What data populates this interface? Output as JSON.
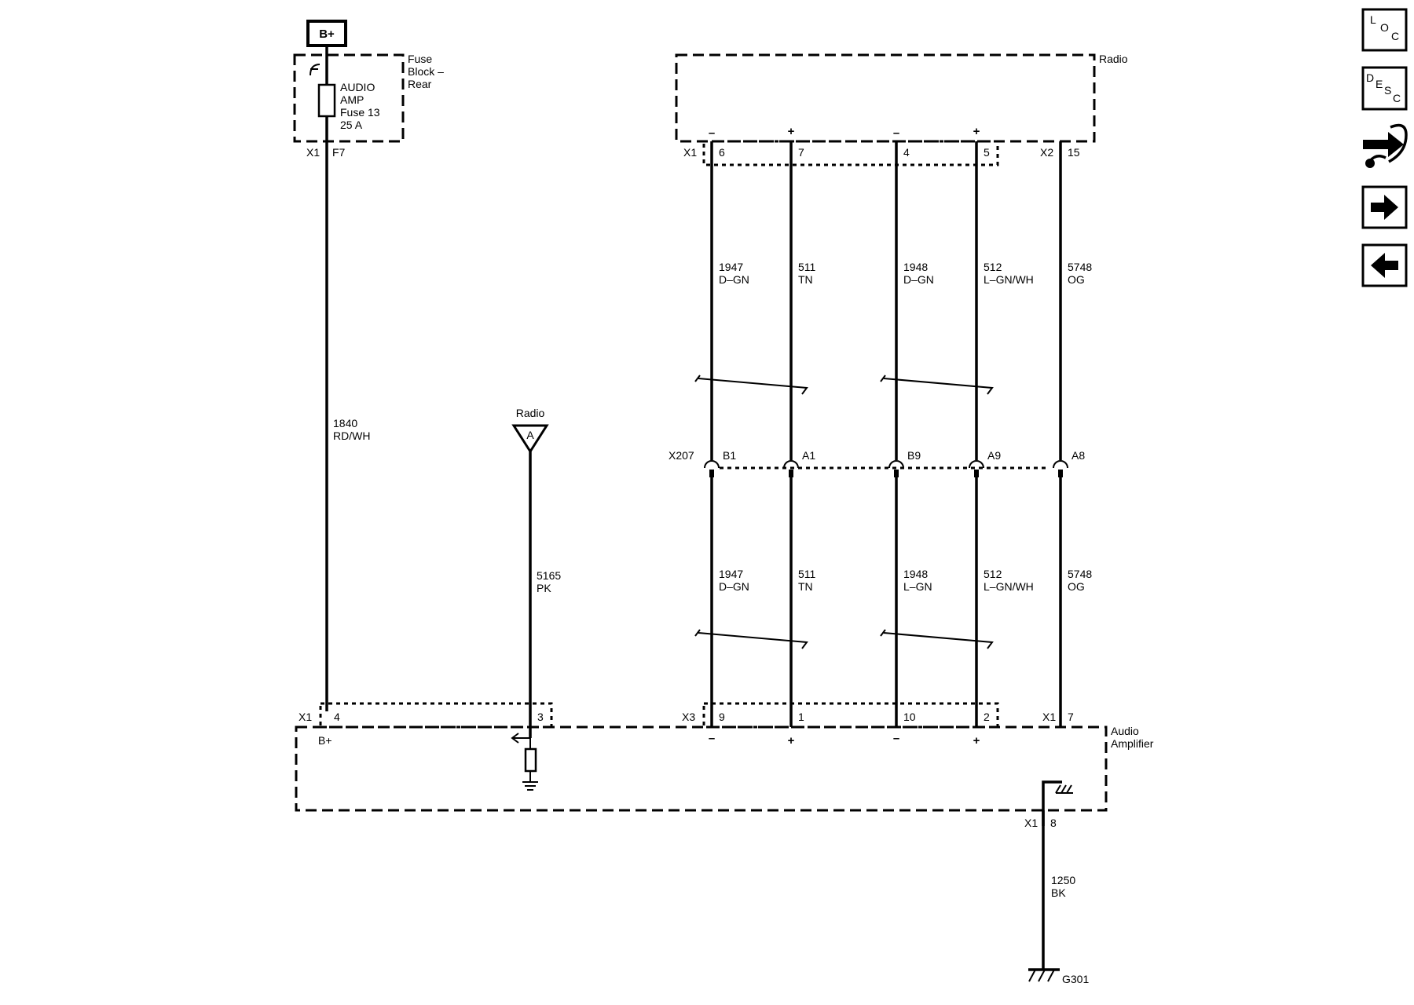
{
  "supply": {
    "label": "B+"
  },
  "fuse_block": {
    "title_lines": [
      "Fuse",
      "Block –",
      "Rear"
    ],
    "fuse_lines": [
      "AUDIO",
      "AMP",
      "Fuse 13",
      "25 A"
    ],
    "connector": "X1",
    "pin": "F7"
  },
  "radio_module": {
    "label": "Radio",
    "x1": "X1",
    "x2": "X2"
  },
  "inline_connector": {
    "label": "X207"
  },
  "amplifier": {
    "title_lines": [
      "Audio",
      "Amplifier"
    ],
    "x1_left": "X1",
    "x3": "X3",
    "x1_right": "X1",
    "x1_bottom": "X1",
    "power_pin_label": "B+"
  },
  "remote_ref": {
    "label": "Radio",
    "symbol": "A"
  },
  "ground": {
    "label": "G301"
  },
  "signs": {
    "minus": "–",
    "plus": "+"
  },
  "wires": {
    "power": {
      "circuit": "1840",
      "color": "RD/WH",
      "top_pin": "F7",
      "bottom_pin": "4"
    },
    "remote": {
      "circuit": "5165",
      "color": "PK",
      "bottom_pin": "3"
    },
    "ground": {
      "circuit": "1250",
      "color": "BK",
      "top_pin": "8"
    },
    "w1947": {
      "top_pin": "6",
      "x207_pin": "B1",
      "bottom_pin": "9",
      "upper": {
        "circuit": "1947",
        "color": "D–GN"
      },
      "lower": {
        "circuit": "1947",
        "color": "D–GN"
      }
    },
    "w511": {
      "top_pin": "7",
      "x207_pin": "A1",
      "bottom_pin": "1",
      "upper": {
        "circuit": "511",
        "color": "TN"
      },
      "lower": {
        "circuit": "511",
        "color": "TN"
      }
    },
    "w1948": {
      "top_pin": "4",
      "x207_pin": "B9",
      "bottom_pin": "10",
      "upper": {
        "circuit": "1948",
        "color": "D–GN"
      },
      "lower": {
        "circuit": "1948",
        "color": "L–GN"
      }
    },
    "w512": {
      "top_pin": "5",
      "x207_pin": "A9",
      "bottom_pin": "2",
      "upper": {
        "circuit": "512",
        "color": "L–GN/WH"
      },
      "lower": {
        "circuit": "512",
        "color": "L–GN/WH"
      }
    },
    "w5748": {
      "top_pin": "15",
      "x207_pin": "A8",
      "bottom_pin": "7",
      "upper": {
        "circuit": "5748",
        "color": "OG"
      },
      "lower": {
        "circuit": "5748",
        "color": "OG"
      }
    }
  },
  "nav": {
    "loc": {
      "letters": [
        "L",
        "O",
        "C"
      ],
      "icon": "location-icon"
    },
    "desc": {
      "letters": [
        "D",
        "E",
        "S",
        "C"
      ],
      "icon": "description-icon"
    },
    "connector_icon": "connector-end-view-icon",
    "next_icon": "arrow-right-icon",
    "prev_icon": "arrow-left-icon"
  }
}
